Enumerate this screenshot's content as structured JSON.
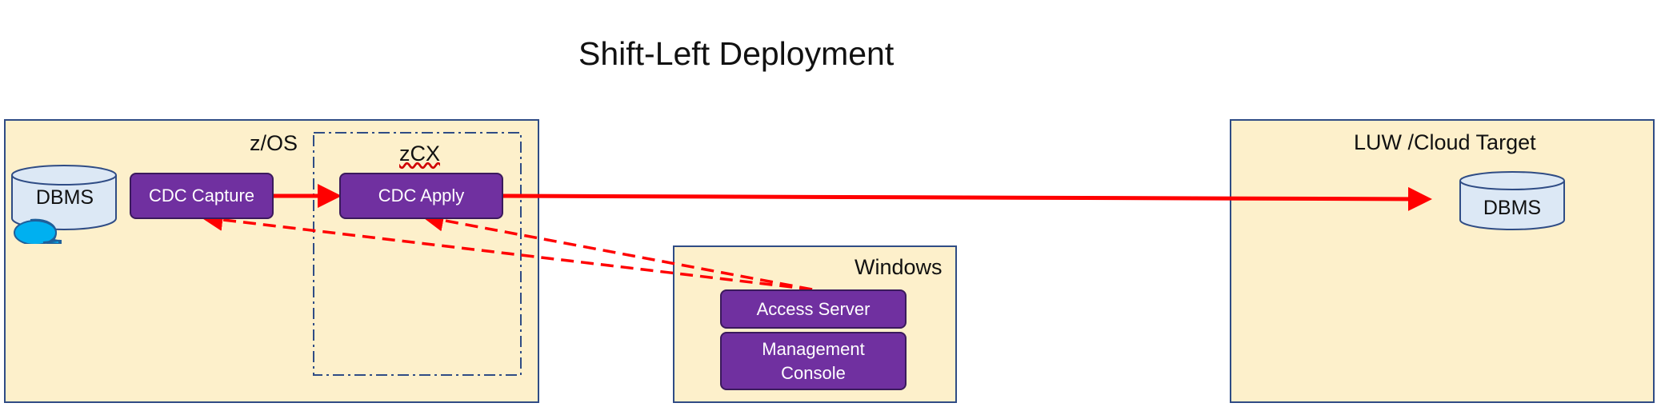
{
  "title": "Shift-Left Deployment",
  "zones": {
    "zos": {
      "label": "z/OS"
    },
    "zcx": {
      "label": "zCX"
    },
    "windows": {
      "label": "Windows"
    },
    "luw": {
      "label": "LUW /Cloud Target"
    }
  },
  "components": {
    "source_db": {
      "label": "DBMS"
    },
    "cdc_capture": {
      "label": "CDC Capture"
    },
    "cdc_apply": {
      "label": "CDC Apply"
    },
    "access_server": {
      "label": "Access Server"
    },
    "management_console": {
      "line1": "Management",
      "line2": "Console"
    },
    "target_db": {
      "label": "DBMS"
    }
  },
  "colors": {
    "zone_fill": "#fdf0cb",
    "zone_border": "#2f4c85",
    "component_fill": "#7030a0",
    "arrow": "#ff0000",
    "database_fill": "#dce8f5",
    "callout": "#00b0f0"
  }
}
